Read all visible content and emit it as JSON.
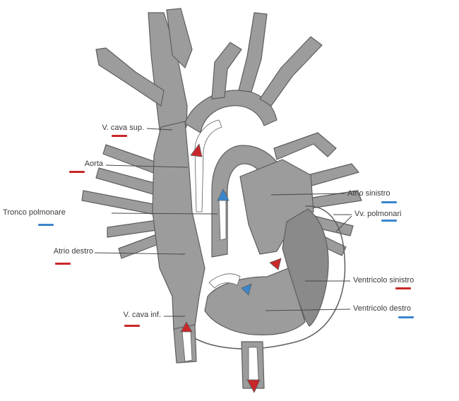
{
  "labels": {
    "vcs": "V. cava sup.",
    "aorta": "Aorta",
    "tronco": "Tronco polmonare",
    "atrio_destro": "Atrio destro",
    "vci": "V. cava inf.",
    "atrio_sinistro": "Atrio sinistro",
    "vv_polmonari": "Vv. polmonari",
    "ventricolo_sinistro": "Ventricolo sinistro",
    "ventricolo_destro": "Ventricolo destro"
  },
  "colors": {
    "vessel": "#9c9c9c",
    "vessel_outline": "#5e5e5e",
    "myocardium": "#8a8a8a",
    "oxygenated": "#c8282a",
    "deoxygenated": "#3a86cc",
    "leader_line": "#444444"
  },
  "legend_bars": {
    "vcs": "oxygenated",
    "aorta": "oxygenated",
    "tronco": "deoxygenated",
    "atrio_destro": "oxygenated",
    "vci": "oxygenated",
    "atrio_sinistro": "deoxygenated",
    "vv_polmonari": "deoxygenated",
    "ventricolo_sinistro": "oxygenated",
    "ventricolo_destro": "deoxygenated"
  }
}
